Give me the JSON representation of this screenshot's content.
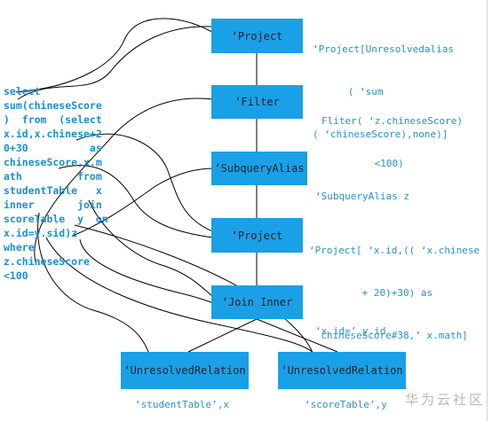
{
  "nodes": {
    "project_top": "‘Project",
    "filter": "‘Filter",
    "subquery_alias": "‘SubqueryAlias",
    "project_mid": "‘Project",
    "join_inner": "‘Join Inner",
    "unresolved_left": "‘UnresolvedRelation",
    "unresolved_right": "‘UnresolvedRelation"
  },
  "annotations": {
    "project_top": [
      "‘Project[Unresolvedalias",
      "      ( ‘sum",
      "( ‘chineseScore),none)]"
    ],
    "filter": [
      "Fliter( ‘z.chineseScore)",
      "         <100)"
    ],
    "subquery_alias": [
      "‘SubqueryAlias z"
    ],
    "project_mid": [
      "‘Project[ ‘x.id,(( ‘x.chinese",
      "         + 20)+30) as",
      "  chineseScore#38,’ x.math]"
    ],
    "join_inner": [
      "‘x.id=’ y.id"
    ]
  },
  "relations": {
    "left": "‘studentTable’,x",
    "right": "‘scoreTable’,y"
  },
  "sql_lines": [
    "select",
    "sum(chineseScore",
    ")  from  (select",
    "x.id,x.chinese+2",
    "0+30          as",
    "chineseScore,x.m",
    "ath         from",
    "studentTable   x",
    "inner       join",
    "scoreTable  y  on",
    "x.id=y.sid)z",
    "where",
    "z.chineseScore",
    "<100"
  ],
  "watermark": "华为云社区",
  "colors": {
    "node_fill": "#1aa0e6",
    "annotation_text": "#2a8fd2",
    "sql_text": "#1a8fd6",
    "connector": "#000000"
  }
}
